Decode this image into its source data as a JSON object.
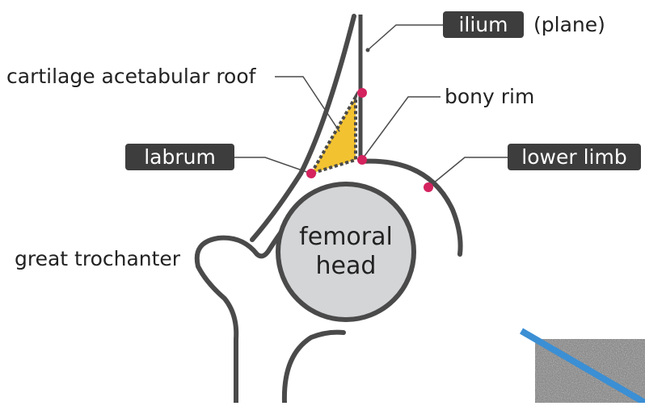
{
  "diagram": {
    "labels": {
      "ilium": "ilium",
      "plane": "(plane)",
      "cartilage": "cartilage acetabular roof",
      "bony_rim": "bony rim",
      "labrum": "labrum",
      "lower_limb": "lower limb",
      "great_trochanter": "great trochanter",
      "femoral_head_line1": "femoral",
      "femoral_head_line2": "head"
    },
    "colors": {
      "outline": "#4a4a4a",
      "femoral_head_fill": "#d4d5d7",
      "cartilage_fill": "#f2c231",
      "marker": "#d4235e",
      "tag_background": "#3d3d3d",
      "probe_line": "#3b8fd4"
    },
    "icons": {
      "ultrasound_inset": "ultrasound-image-icon"
    }
  }
}
